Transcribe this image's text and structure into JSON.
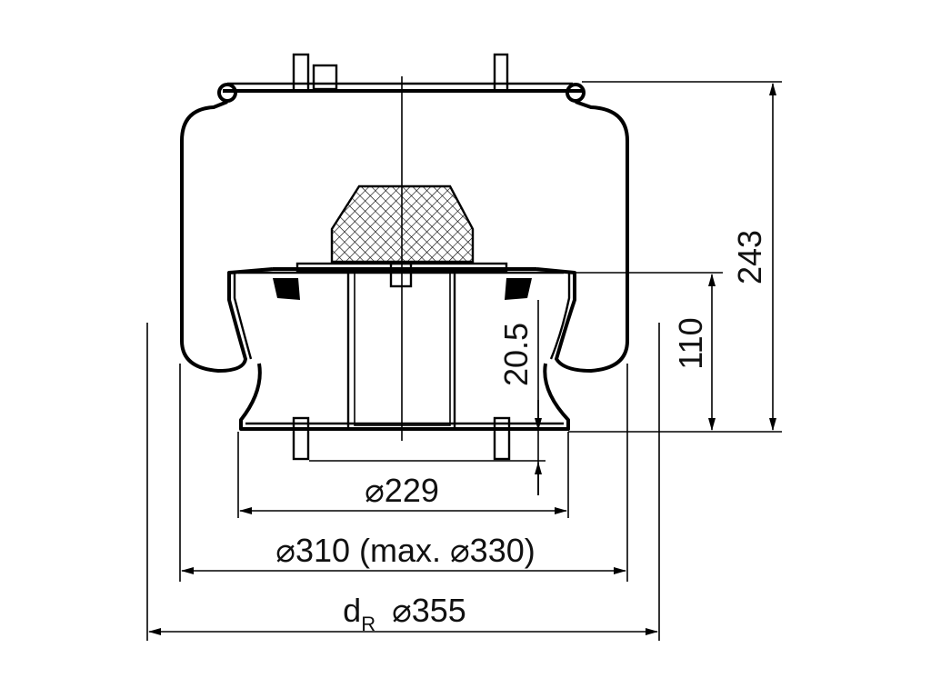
{
  "title": "Air spring technical drawing",
  "dimensions": {
    "height_total": "243",
    "height_piston": "110",
    "offset": "20.5",
    "dia_piston_prefix": "⌀",
    "dia_piston": "229",
    "dia_bellow_text": "⌀310 (max. ⌀330)",
    "dr_label": "d",
    "dr_sub": "R",
    "dia_dr": "⌀355"
  },
  "colors": {
    "line": "#000000",
    "background": "#ffffff"
  }
}
